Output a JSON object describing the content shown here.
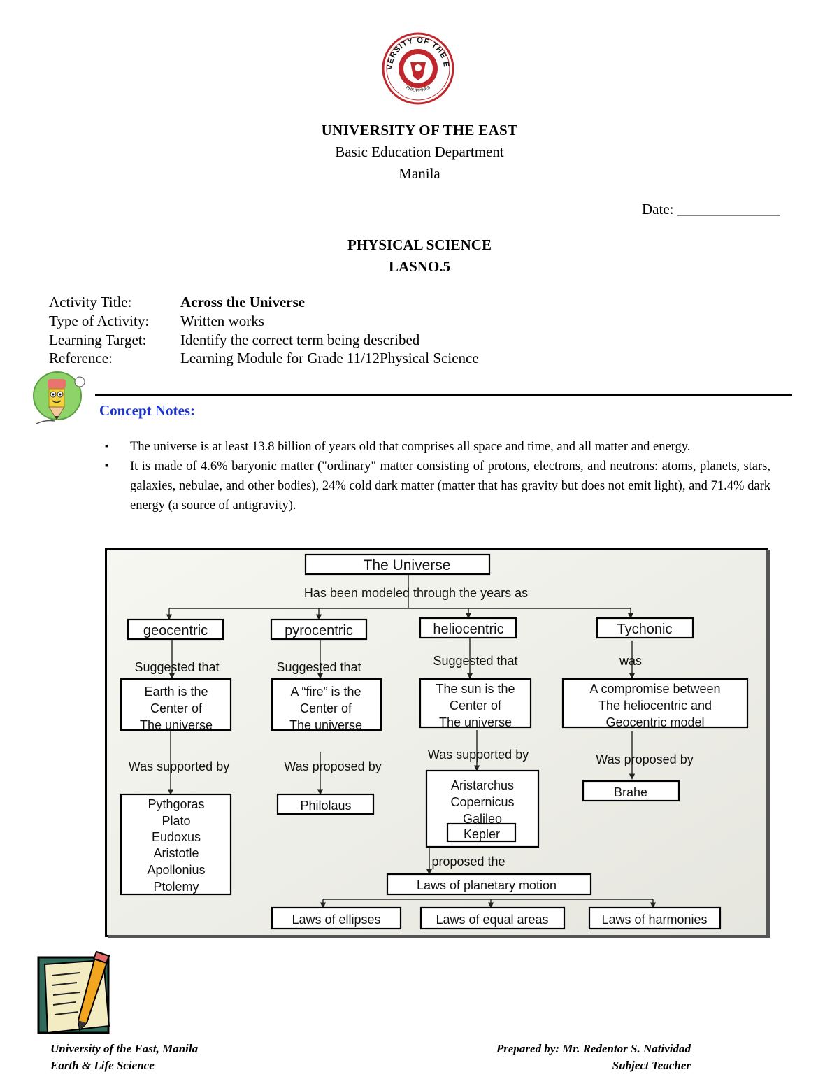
{
  "header": {
    "seal_text": "UNIVERSITY OF THE EAST",
    "seal_subtext": "PHILIPPINES",
    "university": "UNIVERSITY OF THE EAST",
    "department": "Basic Education Department",
    "city": "Manila",
    "date_label": "Date: ______________"
  },
  "title": {
    "subject": "PHYSICAL SCIENCE",
    "las_number": "LASNO.5"
  },
  "activity_info": [
    {
      "label": "Activity Title:",
      "value": "Across the Universe"
    },
    {
      "label": "Type of Activity:",
      "value": "Written works"
    },
    {
      "label": "Learning Target:",
      "value": "Identify the correct term being described"
    },
    {
      "label": "Reference:",
      "value": "Learning Module for Grade 11/12Physical Science"
    }
  ],
  "concept": {
    "heading": "Concept Notes:",
    "heading_color": "#1a33cc",
    "notes": [
      "The universe is at least 13.8 billion of years old that comprises all space and time, and all matter and energy.",
      "It is made of 4.6% baryonic matter (\"ordinary\" matter consisting of protons, electrons, and neutrons: atoms, planets, stars, galaxies, nebulae, and other bodies), 24% cold dark matter (matter that has gravity but does not emit light), and 71.4% dark energy (a source of antigravity)."
    ]
  },
  "diagram": {
    "root": "The Universe",
    "root_caption": "Has been modeled through the years as",
    "models": [
      {
        "name": "geocentric",
        "link1": "Suggested that",
        "idea": [
          "Earth is the",
          "Center of",
          "The universe"
        ],
        "link2": "Was supported by",
        "people": [
          "Pythgoras",
          "Plato",
          "Eudoxus",
          "Aristotle",
          "Apollonius",
          "Ptolemy"
        ]
      },
      {
        "name": "pyrocentric",
        "link1": "Suggested that",
        "idea": [
          "A “fire” is the",
          "Center of",
          "The universe"
        ],
        "link2": "Was proposed by",
        "people": [
          "Philolaus"
        ]
      },
      {
        "name": "heliocentric",
        "link1": "Suggested that",
        "idea": [
          "The sun is the",
          "Center of",
          "The universe"
        ],
        "link2": "Was supported by",
        "people": [
          "Aristarchus",
          "Copernicus",
          "Galileo"
        ],
        "highlight": "Kepler"
      },
      {
        "name": "Tychonic",
        "link1": "was",
        "idea": [
          "A compromise between",
          "The heliocentric and",
          "Geocentric model"
        ],
        "link2": "Was proposed by",
        "people": [
          "Brahe"
        ]
      }
    ],
    "kepler_link": "proposed the",
    "laws_title": "Laws of planetary motion",
    "laws": [
      "Laws of ellipses",
      "Laws of equal areas",
      "Laws of harmonies"
    ]
  },
  "footer": {
    "left_line1": "University of the East, Manila",
    "left_line2": "Earth & Life Science",
    "right_line1": "Prepared by: Mr. Redentor S. Natividad",
    "right_line2": "Subject Teacher"
  }
}
